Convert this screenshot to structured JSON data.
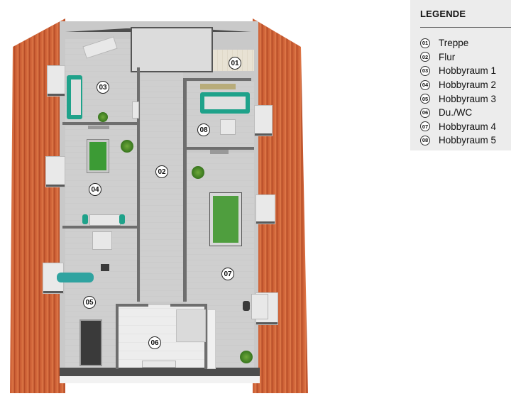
{
  "legend": {
    "title": "LEGENDE",
    "items": [
      {
        "num": "01",
        "label": "Treppe"
      },
      {
        "num": "02",
        "label": "Flur"
      },
      {
        "num": "03",
        "label": "Hobbyraum 1"
      },
      {
        "num": "04",
        "label": "Hobbyraum 2"
      },
      {
        "num": "05",
        "label": "Hobbyraum 3"
      },
      {
        "num": "06",
        "label": "Du./WC"
      },
      {
        "num": "07",
        "label": "Hobbyraum 4"
      },
      {
        "num": "08",
        "label": "Hobbyraum 5"
      }
    ]
  },
  "plan": {
    "rooms": [
      {
        "num": "01",
        "name": "Treppe"
      },
      {
        "num": "02",
        "name": "Flur"
      },
      {
        "num": "03",
        "name": "Hobbyraum 1"
      },
      {
        "num": "04",
        "name": "Hobbyraum 2"
      },
      {
        "num": "05",
        "name": "Hobbyraum 3"
      },
      {
        "num": "06",
        "name": "Du./WC"
      },
      {
        "num": "07",
        "name": "Hobbyraum 4"
      },
      {
        "num": "08",
        "name": "Hobbyraum 5"
      }
    ],
    "colors": {
      "roof_tile": "#c75a31",
      "wall": "#6e6e6e",
      "floor": "#cfcfcf",
      "sofa": "#1fa28a",
      "felt": "#4f9e3e",
      "legend_bg": "#ececec"
    }
  }
}
